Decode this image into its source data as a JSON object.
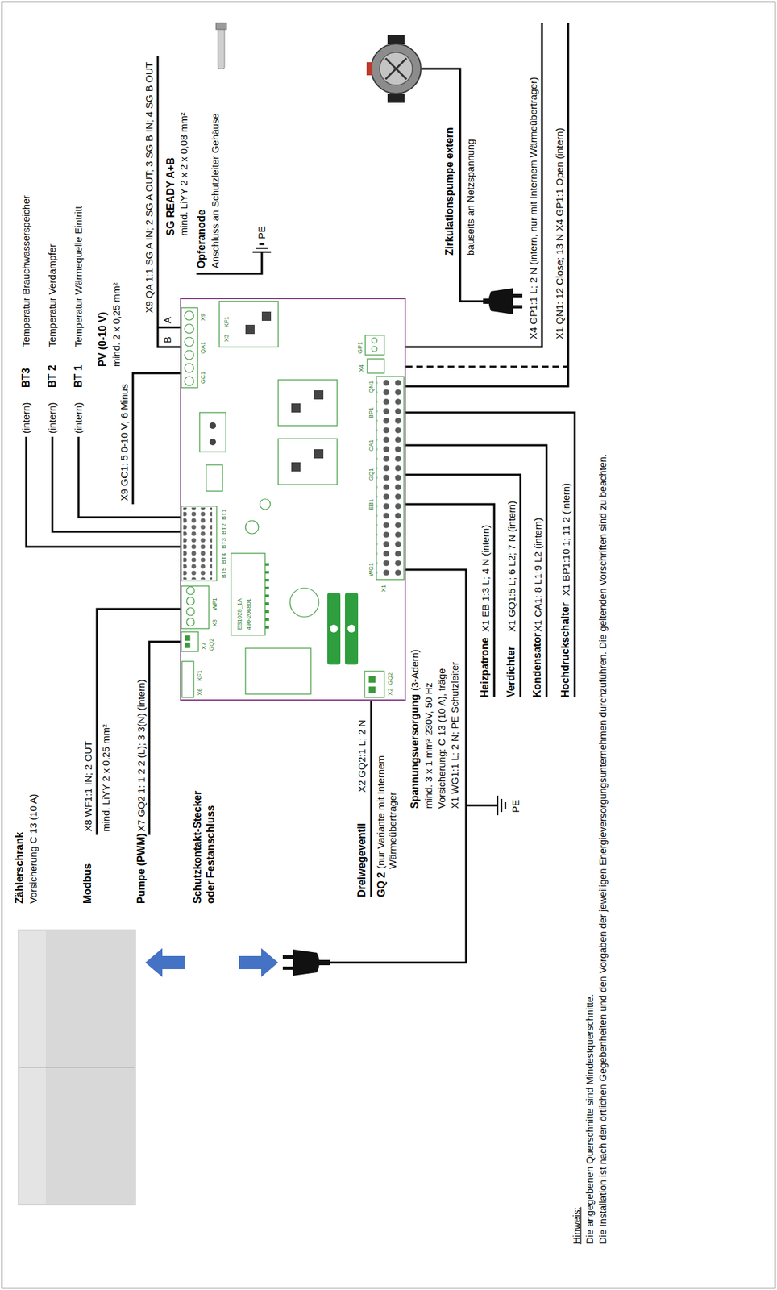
{
  "diagram": {
    "nodes": [
      {
        "text": [
          "X9",
          "QA1",
          "GC1",
          "BT5",
          "BT4",
          "BT3",
          "BT2",
          "BT1",
          "X8",
          "WF1",
          "X7",
          "GQ2",
          "X6",
          "KF1",
          "ES1028_1A",
          "490-206801",
          "X3",
          "KF1",
          "GP1",
          "X4",
          "WG1",
          "EB1",
          "GQ1",
          "CA1",
          "BP1",
          "QN1",
          "X1",
          "X2",
          "GQ2"
        ]
      }
    ],
    "labels": [
      "Zählerschrank",
      "Vorsicherung C 13 (10 A)",
      "Modbus",
      "X8 WF1:1 IN; 2 OUT",
      "mind. LiYY 2 x 0,25 mm²",
      "Pumpe (PWM)",
      "X7 GQ2 1: 1 2 2 (L); 3 3(N) (intern)",
      "Schutzkontakt-Stecker oder Festanschluss",
      "Dreiwegeventil",
      "X2 GQ2:1 L; 2 N",
      "GQ 2",
      "(nur Variante mit Internem Wärmeübertrager",
      "Spannungsversorgung",
      "(3-Adern)",
      "mind. 3 x 1 mm² 230V, 50 Hz",
      "Vorsicherung: C 13 (10 A), träge",
      "X1 WG1:1 L; 2 N; PE Schutzleiter",
      "PE",
      "Heizpatrone",
      "X1 EB 1:3 L; 4 N (intern)",
      "Verdichter",
      "X1 GQ1:5 L; 6 L2; 7 N (intern)",
      "Kondensator",
      "X1 CA1: 8 L1;9 L2 (intern)",
      "Hochdruckschalter",
      "X1 BP1:10 1; 11 2 (intern)",
      "Hinweis:",
      "Die angegebenen Querschnitte sind Mindestquerschnitte.",
      "Die Installation ist nach den örtlichen Gegebenheiten und den Vorgaben der jeweiligen Energieversorgungsunternehmen durchzuführen. Die geltenden Vorschriften sind zu beachten.",
      "BT3",
      "Temperatur Brauchwasserspeicher",
      "BT 2",
      "Temperatur Verdampfer",
      "BT 1",
      "Temperatur Wärmequelle Eintritt",
      "(intern)",
      "(intern)",
      "(intern)",
      "PV (0-10 V)",
      "mind. 2 x 0,25 mm²",
      "X9 GC1: 5 0-10 V; 6 Minus",
      "X9 QA 1:1 SG A IN; 2 SG A OUT; 3 SG B IN; 4 SG B OUT",
      "B",
      "A",
      "SG READY A+B",
      "mind. LiYY 2 x 2 x 0,08 mm²",
      "Opferanode",
      "Anschluss an Schutzleiter Gehäuse",
      "PE",
      "Zirkulationspumpe extern",
      "bauseits an Netzspannung",
      "X4 GP1:1 L; 2 N (intern, nur mit Internem Wärmeübertrager)",
      "X1 QN1: 12 Close; 13 N X4 GP1:1 Open (intern)"
    ]
  }
}
